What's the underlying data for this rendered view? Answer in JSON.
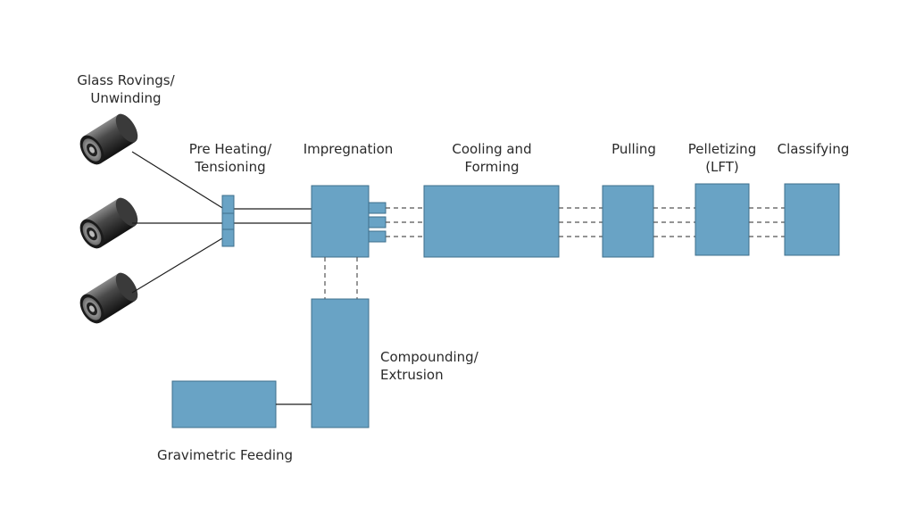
{
  "labels": {
    "glass_rovings": [
      "Glass Rovings/",
      "Unwinding"
    ],
    "pre_heating": [
      "Pre Heating/",
      "Tensioning"
    ],
    "impregnation": "Impregnation",
    "cooling_forming": [
      "Cooling and",
      "Forming"
    ],
    "pulling": "Pulling",
    "pelletizing": [
      "Pelletizing",
      "(LFT)"
    ],
    "classifying": "Classifying",
    "compounding": [
      "Compounding/",
      "Extrusion"
    ],
    "gravimetric": "Gravimetric Feeding"
  },
  "colors": {
    "process_box": "#69a3c5",
    "box_border": "#3e6f8c",
    "line": "#1e1e1e",
    "text": "#2a2a2a"
  },
  "icons": {
    "roving_spool": "roving-spool-icon"
  }
}
